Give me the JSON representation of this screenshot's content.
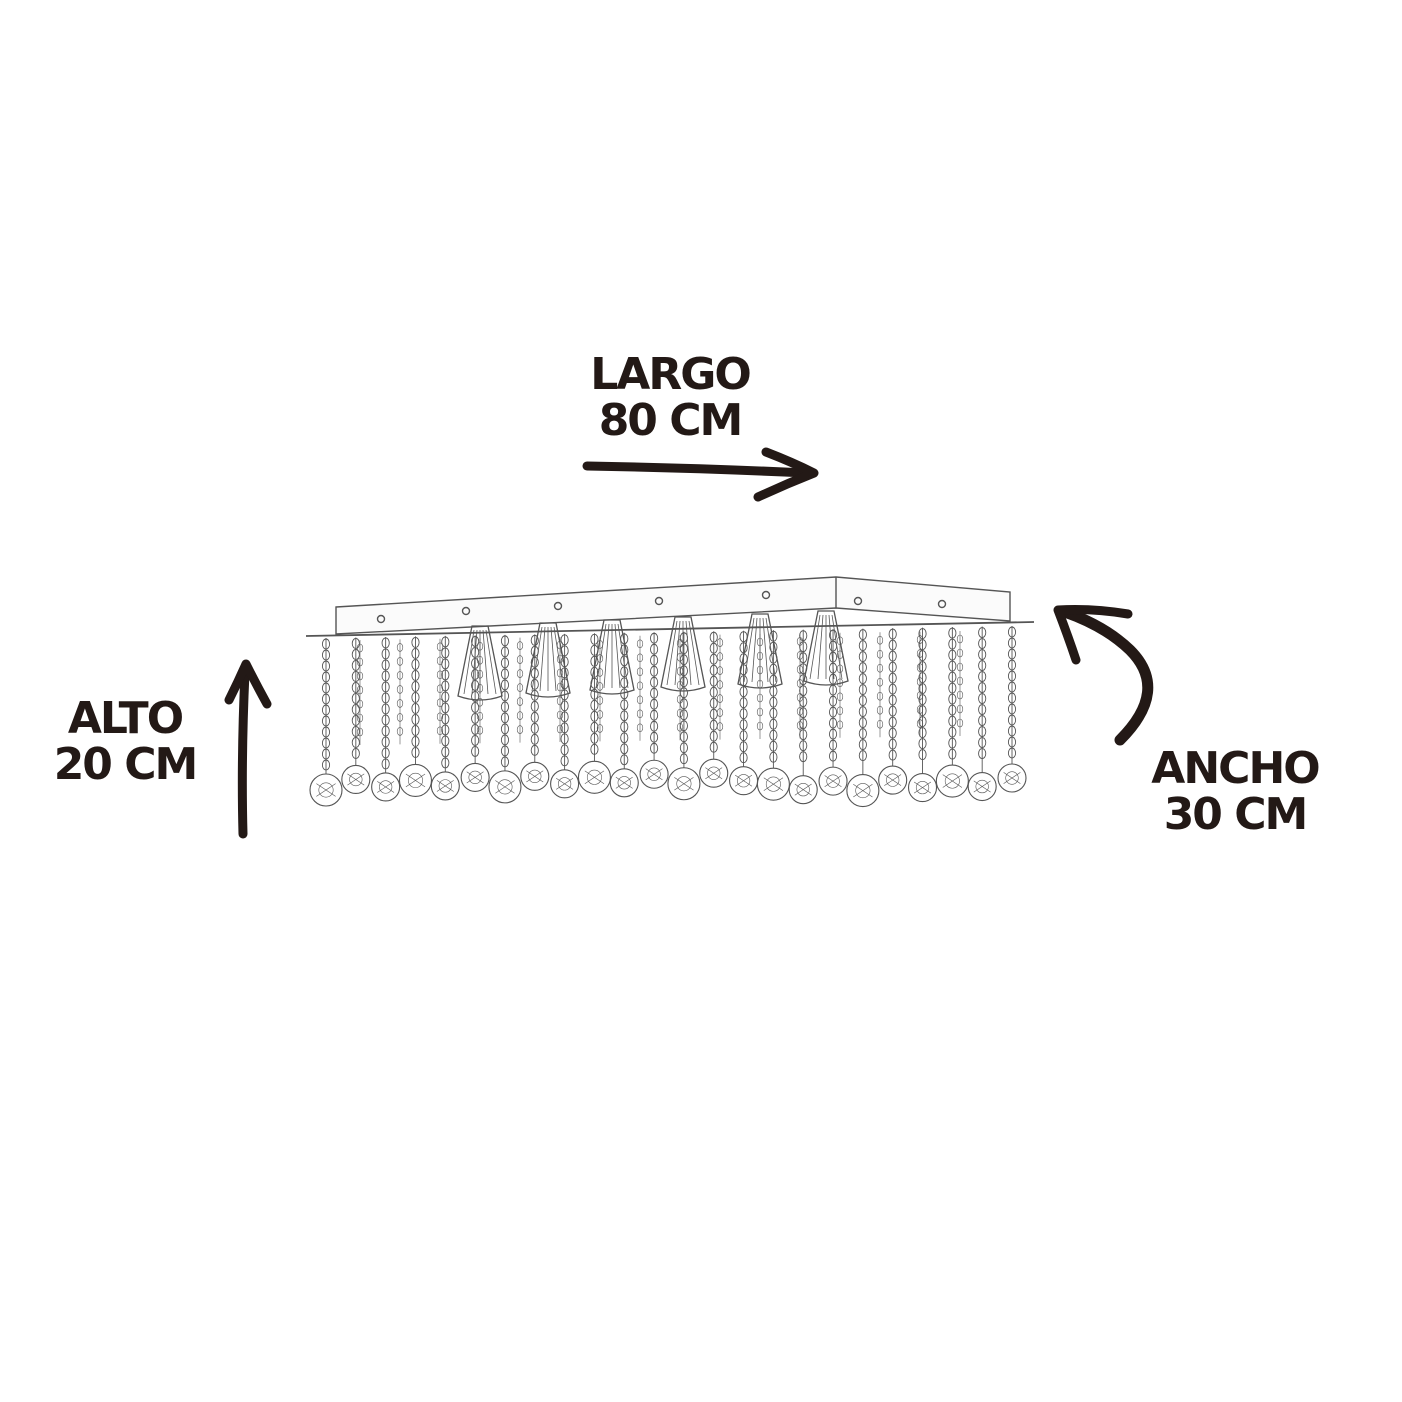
{
  "dimensions": {
    "largo": {
      "label": "LARGO",
      "value": "80 CM"
    },
    "alto": {
      "label": "ALTO",
      "value": "20 CM"
    },
    "ancho": {
      "label": "ANCHO",
      "value": "30 CM"
    }
  },
  "colors": {
    "ink": "#231916",
    "sketch": "#555555",
    "background": "#ffffff"
  },
  "icons": [
    "right-arrow-icon",
    "up-arrow-icon",
    "curved-arrow-icon",
    "chandelier-sketch"
  ]
}
